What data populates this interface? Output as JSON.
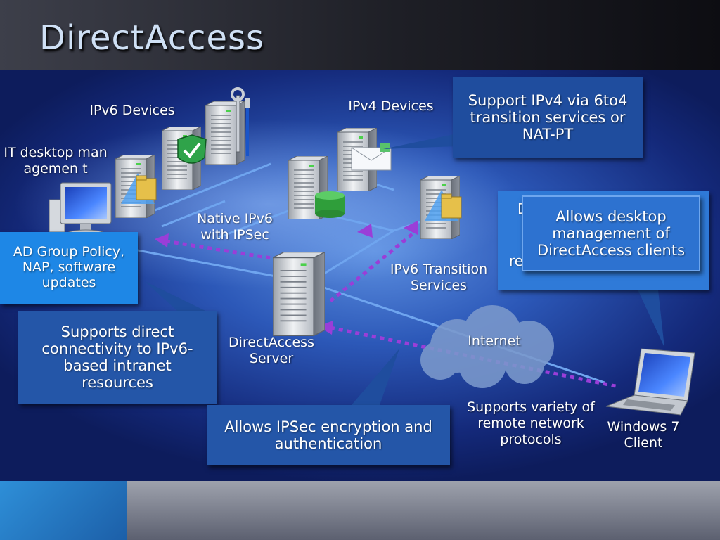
{
  "slide": {
    "title": "DirectAccess"
  },
  "labels": {
    "ipv6_devices": "IPv6 Devices",
    "ipv4_devices": "IPv4 Devices",
    "it_desktop": "IT desktop managemen t",
    "native_ipv6": "Native IPv6 with IPSec",
    "ipv6_transition": "IPv6 Transition Services",
    "directaccess_server": "DirectAccess Server",
    "internet": "Internet",
    "windows7": "Windows 7 Client",
    "remote_protocols": "Supports variety of remote network protocols"
  },
  "callouts": {
    "support_ipv4": "Support IPv4 via 6to4 transition services or NAT-PT",
    "desktop_mgmt": "Allows desktop management of DirectAccess clients",
    "ad_group": "AD Group Policy, NAP, software updates",
    "direct_connectivity": "Supports direct connectivity to IPv6-based intranet resources",
    "ipsec": "Allows IPSec encryption and authentication",
    "hidden_left": "D",
    "hidden_mid": "re"
  },
  "icons": {
    "server": "server-icon",
    "shield": "shield-check-icon",
    "folder": "folder-icon",
    "database": "database-icon",
    "envelope": "envelope-icon",
    "wrench": "wrench-icon",
    "cloud": "cloud-icon",
    "desktop": "desktop-computer-icon",
    "laptop": "laptop-icon"
  },
  "colors": {
    "network_line": "#6fa5ef",
    "tunnel": "#9a3ed8",
    "callout_dark": "#1f4d9e",
    "callout_blue": "#2f7ad8"
  }
}
